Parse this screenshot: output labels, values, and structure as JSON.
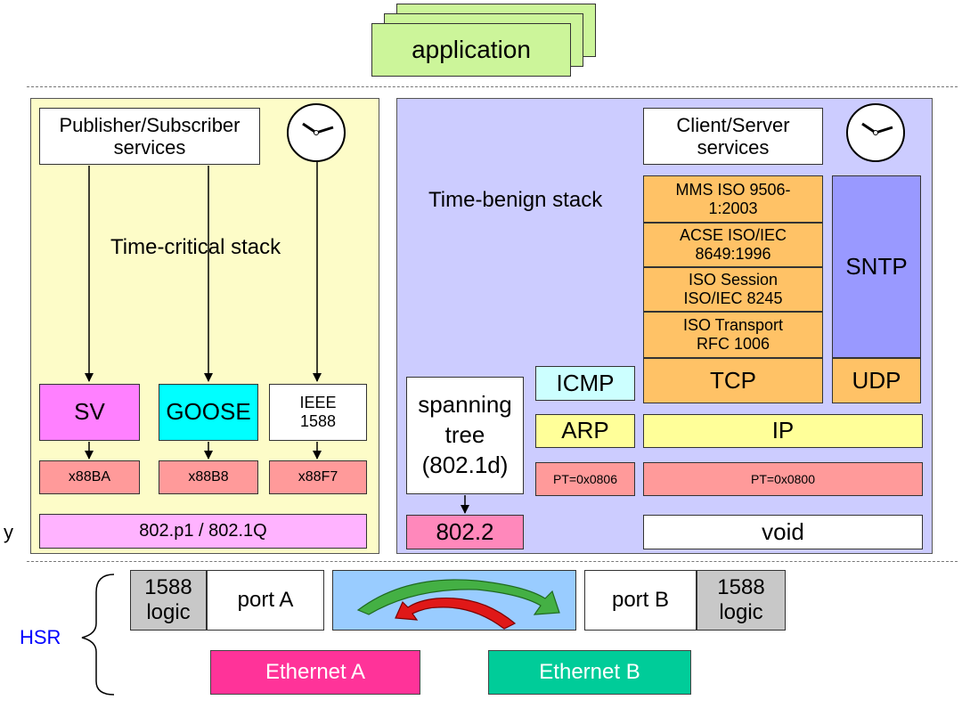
{
  "top": {
    "application": "application"
  },
  "left": {
    "pubsub": "Publisher/Subscriber services",
    "stack_label": "Time-critical stack",
    "sv": "SV",
    "goose": "GOOSE",
    "ieee1588": "IEEE 1588",
    "et_sv": "x88BA",
    "et_goose": "x88B8",
    "et_1588": "x88F7",
    "dot1q": "802.p1 / 802.1Q"
  },
  "right": {
    "clientserver": "Client/Server services",
    "stack_label": "Time-benign stack",
    "mms": "MMS ISO 9506-1:2003",
    "acse": "ACSE ISO/IEC 8649:1996",
    "session": "ISO Session ISO/IEC 8245",
    "transport": "ISO Transport RFC 1006",
    "tcp": "TCP",
    "sntp": "SNTP",
    "udp": "UDP",
    "icmp": "ICMP",
    "arp": "ARP",
    "ip": "IP",
    "pt_arp": "PT=0x0806",
    "pt_ip": "PT=0x0800",
    "spanning": "spanning tree (802.1d)",
    "llc": "802.2",
    "void": "void"
  },
  "hsr": {
    "label": "HSR",
    "logic_a": "1588 logic",
    "port_a": "port A",
    "port_b": "port B",
    "logic_b": "1588 logic",
    "eth_a": "Ethernet A",
    "eth_b": "Ethernet B"
  },
  "left_edge_glyph": "y",
  "colors": {
    "application": "#ccf59a",
    "left_panel": "#fdfcc8",
    "right_panel": "#ccccff",
    "sv": "#ff80ff",
    "goose": "#00ffff",
    "ethertype": "#ff9a9a",
    "dot1q": "#ffb3ff",
    "osi_stack": "#ffc266",
    "sntp": "#9999ff",
    "icmp": "#ccffff",
    "yellow": "#ffff99",
    "llc": "#ff88bb",
    "logic": "#c8c8c8",
    "switch_fabric": "#99ccff",
    "eth_a": "#ff3399",
    "eth_b": "#00cc99",
    "hsr_text": "#0000ff"
  }
}
